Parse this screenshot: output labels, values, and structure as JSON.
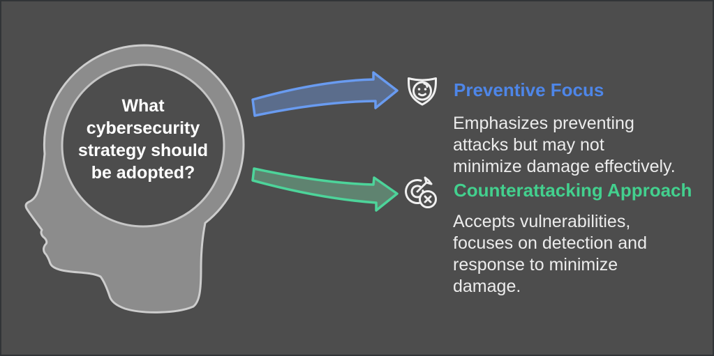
{
  "canvas": {
    "background": "#4d4d4d",
    "border_color": "#313437"
  },
  "head": {
    "fill": "#8c8c8c",
    "outline": "#cdcdcd",
    "text_color": "#ffffff"
  },
  "question": {
    "full_text": "What cybersecurity strategy should be adopted?",
    "lines": [
      "What",
      "cybersecurity",
      "strategy should",
      "be adopted?"
    ]
  },
  "branches": [
    {
      "title": "Preventive Focus",
      "accent_color": "#4e86e8",
      "arrow_outline": "#699bf0",
      "arrow_fill": "#5b6d8c",
      "icon": "shield-smiley-icon",
      "description": "Emphasizes preventing attacks but may not minimize damage effectively.",
      "description_lines": [
        "Emphasizes preventing",
        "attacks but may not",
        "minimize damage effectively."
      ]
    },
    {
      "title": "Counterattacking Approach",
      "accent_color": "#43d08e",
      "arrow_outline": "#4dd49a",
      "arrow_fill": "#5f8370",
      "icon": "target-arrow-x-icon",
      "description": "Accepts vulnerabilities, focuses on detection and response to minimize damage.",
      "description_lines": [
        "Accepts vulnerabilities,",
        "focuses on detection and",
        "response to minimize",
        "damage."
      ]
    }
  ]
}
